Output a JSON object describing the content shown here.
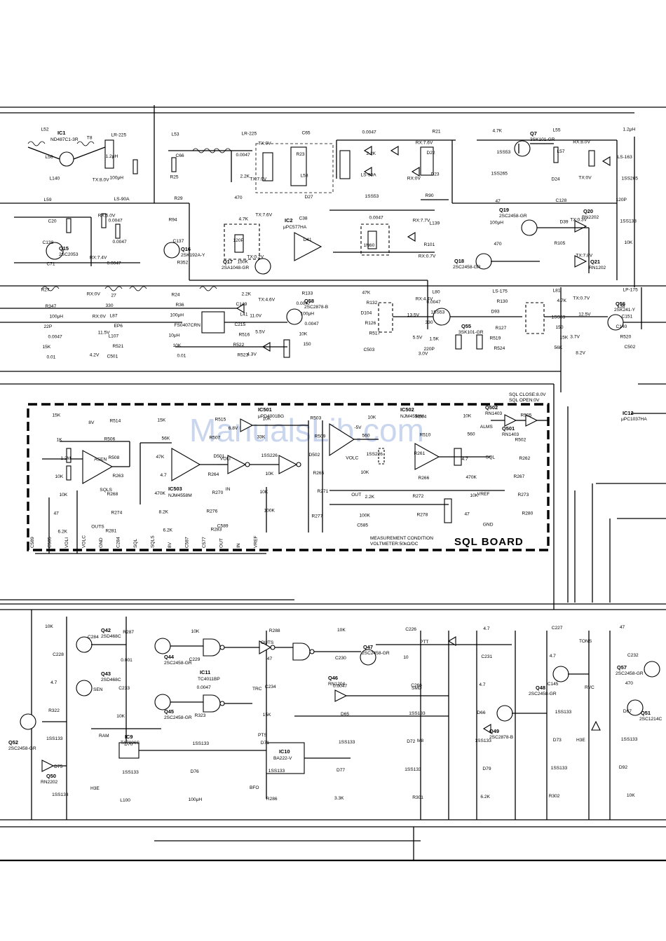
{
  "watermark": "ManualsLib.com",
  "board_title": "SQL BOARD",
  "measurement_note": [
    "MEASUREMENT CONDITION",
    "VOLTMETER:50kΩ/DC"
  ],
  "sql_note": [
    "SQL CLOSE:8.0V",
    "SQL OPEN:0V"
  ],
  "ic_labels": [
    {
      "ref": "IC1",
      "part": "ND487C1-3R"
    },
    {
      "ref": "IC2",
      "part": "μPC577HA"
    },
    {
      "ref": "IC501",
      "part": "μPD4001BG"
    },
    {
      "ref": "IC502",
      "part": "NJM4558M"
    },
    {
      "ref": "IC503",
      "part": "NJM4558M"
    },
    {
      "ref": "IC9",
      "part": "TA7806S"
    },
    {
      "ref": "IC10",
      "part": "BA222-V"
    },
    {
      "ref": "IC11",
      "part": "TC4011BP"
    },
    {
      "ref": "IC12",
      "part": "μPC1037HA"
    }
  ],
  "transistor_labels": [
    {
      "ref": "Q7",
      "part": "3SK101-GR"
    },
    {
      "ref": "Q15",
      "part": "2SC2053"
    },
    {
      "ref": "Q16",
      "part": "2SK192A-Y"
    },
    {
      "ref": "Q17",
      "part": "2SA1048-GR"
    },
    {
      "ref": "Q18",
      "part": "2SC2458-GR"
    },
    {
      "ref": "Q19",
      "part": "2SC2458-GR"
    },
    {
      "ref": "Q20",
      "part": "RN2202"
    },
    {
      "ref": "Q21",
      "part": "RN1202"
    },
    {
      "ref": "Q55",
      "part": "3SK101-GR"
    },
    {
      "ref": "Q56",
      "part": "2SK241-Y"
    },
    {
      "ref": "Q58",
      "part": "2SC2878-B"
    },
    {
      "ref": "Q42",
      "part": "2SD468C"
    },
    {
      "ref": "Q43",
      "part": "2SD468C"
    },
    {
      "ref": "Q44",
      "part": "2SC2458-GR"
    },
    {
      "ref": "Q45",
      "part": "2SC2458-GR"
    },
    {
      "ref": "Q46",
      "part": "RN1204"
    },
    {
      "ref": "Q47",
      "part": "2SC2458-GR"
    },
    {
      "ref": "Q48",
      "part": "2SC2458-GR"
    },
    {
      "ref": "Q49",
      "part": "2SC2878-B"
    },
    {
      "ref": "Q50",
      "part": "RN2202"
    },
    {
      "ref": "Q51",
      "part": "2SC1214C"
    },
    {
      "ref": "Q52",
      "part": "2SC2458-GR"
    },
    {
      "ref": "Q57",
      "part": "2SC2458-GR"
    },
    {
      "ref": "Q501",
      "part": "RN1403"
    },
    {
      "ref": "Q502",
      "part": "RN1403"
    }
  ],
  "components": [
    "L52",
    "LR-225",
    "L53",
    "LR-225",
    "C65",
    "0.0047",
    "R21",
    "4.7K",
    "L55",
    "1.2μH",
    "L56",
    "1.2μH",
    "C66",
    "0.0047",
    "R23",
    "2.2K",
    "D22",
    "1SS53",
    "L57",
    "LS-163",
    "L140",
    "100μH",
    "R25",
    "2.2K",
    "L58",
    "LS-90A",
    "D23",
    "1SS265",
    "D24",
    "1SS265",
    "L59",
    "LS-90A",
    "R29",
    "470",
    "D27",
    "1SS53",
    "R90",
    "47",
    "C128",
    "120P",
    "C20",
    "0.0047",
    "R94",
    "4.7K",
    "C38",
    "0.0047",
    "L139",
    "100μH",
    "D39",
    "1SS133",
    "C138",
    "0.0047",
    "C137",
    "120P",
    "D41",
    "1N60",
    "R101",
    "470",
    "R105",
    "10K",
    "C71",
    "0.0047",
    "R352",
    "150K",
    "R27",
    "27",
    "R24",
    "2.2K",
    "R133",
    "47K",
    "L80",
    "LS-175",
    "L81",
    "LP-175",
    "R347",
    "330",
    "R36",
    "C149",
    "0.0047",
    "R132",
    "0.0047",
    "R130",
    "4.7K",
    "L38",
    "100μH",
    "L87",
    "100μH",
    "L41",
    "100μH",
    "D104",
    "1SS53",
    "D93",
    "1SS53",
    "C151",
    "22P",
    "EP6",
    "FS0407CRN",
    "C215",
    "0.0047",
    "R126",
    "330",
    "R127",
    "150",
    "C140",
    "0.0047",
    "L107",
    "10μH",
    "R516",
    "10K",
    "R517",
    "1.5K",
    "R519",
    "15K",
    "R520",
    "15K",
    "R521",
    "10K",
    "R522",
    "150",
    "C503",
    "220P",
    "R524",
    "56K",
    "C502",
    "0.01",
    "C501",
    "0.01",
    "R523",
    "15K",
    "R514",
    "15K",
    "R515",
    "10K",
    "R503",
    "10K",
    "R504",
    "10K",
    "R505",
    "1K",
    "R506",
    "56K",
    "R507",
    "33K",
    "R509",
    "560",
    "R510",
    "560",
    "R502",
    "1.2M",
    "R508",
    "47K",
    "D501",
    "1SS226",
    "D502",
    "1SS226",
    "R261",
    "4.7",
    "R262",
    "10K",
    "R263",
    "4.7",
    "R264",
    "10K",
    "R265",
    "10K",
    "R266",
    "470K",
    "R267",
    "10K",
    "R268",
    "470K",
    "R270",
    "10K",
    "R271",
    "2.2K",
    "R272",
    "10K",
    "R273",
    "47",
    "R274",
    "8.2K",
    "R276",
    "100K",
    "R277",
    "100K",
    "R278",
    "47",
    "R280",
    "6.2K",
    "R281",
    "6.2K",
    "R283",
    "10K",
    "R287",
    "10K",
    "R288",
    "10K",
    "C226",
    "4.7",
    "C227",
    "47",
    "C228",
    "0.001",
    "C229",
    "47",
    "C230",
    "10",
    "C231",
    "4.7",
    "C232",
    "4.7",
    "C233",
    "0.0047",
    "C234",
    "0.0047",
    "C266",
    "4.7",
    "C145",
    "470",
    "R322",
    "10K",
    "R323",
    "15K",
    "D65",
    "1SS133",
    "D66",
    "1SS133",
    "D67",
    "1SS133",
    "D70",
    "1SS133",
    "D71",
    "1SS133",
    "D72",
    "1SS133",
    "D73",
    "1SS133",
    "D75",
    "1SS133",
    "D76",
    "1SS133",
    "D77",
    "1SS133",
    "D79",
    "1SS133",
    "D92",
    "1SS133",
    "L100",
    "100μH",
    "R286",
    "3.3K",
    "R301",
    "6.2K",
    "R302",
    "10K"
  ],
  "nets": [
    "T8",
    "TX:0V",
    "RX:7.6V",
    "RX:8.0V",
    "TX:8.0V",
    "TX:7.9V",
    "RX:0V",
    "TX:0V",
    "RX:5.0V",
    "TX:7.6V",
    "RX:7.7V",
    "TX:0.3V",
    "RX:7.4V",
    "TX:0.2V",
    "RX:0.7V",
    "TX:7.8V",
    "RX:0V",
    "TX:4.6V",
    "RX:4.4V",
    "TX:0.7V",
    "RX:0V",
    "11.0V",
    "13.5V",
    "12.5V",
    "11.5V",
    "5.5V",
    "5.5V",
    "3.7V",
    "4.2V",
    "4.3V",
    "3.0V",
    "8.2V",
    "8V",
    "6.8V",
    "-5V",
    "ALMS",
    "ASEN",
    "VOLI",
    "VOLC",
    "SQL",
    "SQLS",
    "IN",
    "OUT",
    "VREF",
    "OUTS",
    "C589",
    "C585",
    "GND",
    "C284",
    "OUTS",
    "PTT",
    "TONS",
    "SEN",
    "TRC",
    "SMD",
    "RVC",
    "RAM",
    "PTS",
    "M8",
    "H3E",
    "H3E",
    "BFO"
  ],
  "sql_board_pins": [
    "C589",
    "C585",
    "VOLI",
    "VOLC",
    "GND",
    "C284",
    "SQL",
    "SQLS",
    "8V",
    "C587",
    "C577",
    "OUT",
    "IN",
    "VREF"
  ]
}
